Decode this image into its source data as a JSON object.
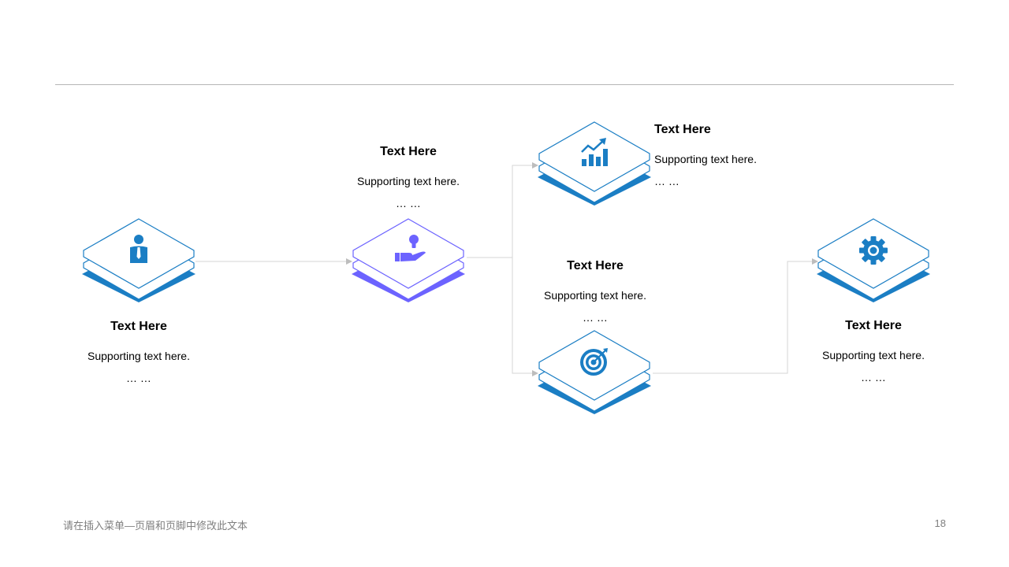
{
  "colors": {
    "blue": "#1b7ec4",
    "purple": "#6c63ff",
    "connector": "#cfcfcf",
    "rule": "#b5b5b5"
  },
  "nodes": [
    {
      "id": "n1",
      "icon": "businessman-icon",
      "title": "Text Here",
      "support": "Supporting  text here.",
      "dots": "… …"
    },
    {
      "id": "n2",
      "icon": "hand-lightbulb-icon",
      "title": "Text Here",
      "support": "Supporting  text here.",
      "dots": "… …"
    },
    {
      "id": "n3",
      "icon": "growth-chart-icon",
      "title": "Text Here",
      "support": "Supporting  text here.",
      "dots": "… …"
    },
    {
      "id": "n4",
      "icon": "target-icon",
      "title": "Text Here",
      "support": "Supporting  text here.",
      "dots": "… …"
    },
    {
      "id": "n5",
      "icon": "gear-icon",
      "title": "Text Here",
      "support": "Supporting  text here.",
      "dots": "… …"
    }
  ],
  "footer": {
    "text": "请在插入菜单—页眉和页脚中修改此文本",
    "page": "18"
  }
}
